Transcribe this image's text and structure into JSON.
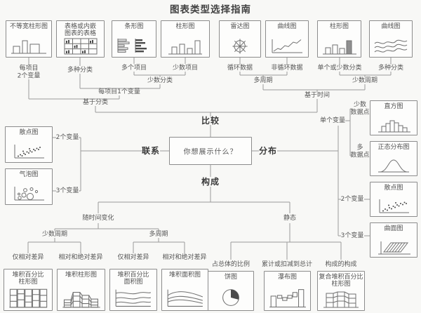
{
  "title": "图表类型选择指南",
  "center": {
    "question": "你想展示什么？",
    "branch_top": "比较",
    "branch_left": "联系",
    "branch_right": "分布",
    "branch_bottom": "构成"
  },
  "comparison": {
    "boxes": [
      {
        "title": "不等宽柱形图",
        "label": "每项目\n2个变量"
      },
      {
        "title": "表格或内嵌\n图表的表格",
        "label": "多种分类"
      },
      {
        "title": "条形图",
        "label": "多个项目"
      },
      {
        "title": "柱形图",
        "label": "少数项目"
      },
      {
        "title": "雷达图",
        "label": "循环数据"
      },
      {
        "title": "曲线图",
        "label": "非循环数据"
      },
      {
        "title": "柱形图",
        "label": "单个或少数分类"
      },
      {
        "title": "曲线图",
        "label": "多种分类"
      }
    ],
    "few_categories": "少数分类",
    "one_variable_per_item": "每项目1个变量",
    "category_based": "基于分类",
    "many_periods": "多周期",
    "few_periods": "少数周期",
    "time_based": "基于时间"
  },
  "relationship": {
    "boxes": [
      {
        "title": "散点图",
        "label": "2个变量"
      },
      {
        "title": "气泡图",
        "label": "3个变量"
      }
    ]
  },
  "distribution": {
    "single_variable": "单个变量",
    "boxes": [
      {
        "title": "直方图",
        "label": "少数\n数据点"
      },
      {
        "title": "正态分布图",
        "label": "多\n数据点"
      },
      {
        "title": "散点图",
        "label": "2个变量"
      },
      {
        "title": "曲面图",
        "label": "3个变量"
      }
    ]
  },
  "composition": {
    "changing_over_time": "随时间变化",
    "static": "静态",
    "few_periods": "少数周期",
    "many_periods": "多周期",
    "only_relative": "仅相对差异",
    "relative_and_absolute": "相对和绝对差异",
    "only_relative_2": "仅相对差异",
    "relative_and_absolute_2": "相对和绝对差异",
    "share_of_total": "占总体的比例",
    "accumulation_to_total": "累计或扣减到总计",
    "composition_of_composition": "构成的构成",
    "boxes": [
      {
        "title": "堆积百分比\n柱形图"
      },
      {
        "title": "堆积柱形图"
      },
      {
        "title": "堆积百分比\n面积图"
      },
      {
        "title": "堆积面积图"
      },
      {
        "title": "饼图"
      },
      {
        "title": "瀑布图"
      },
      {
        "title": "复合堆积百分比\n柱形图"
      }
    ]
  },
  "colors": {
    "background": "#f8f8f6",
    "line": "#9a9a9a",
    "box_border": "#8c8c8c",
    "text": "#565656",
    "keyword": "#3a3a3a",
    "icon_stroke": "#707070",
    "icon_fill_dark": "#4b4b4b"
  }
}
